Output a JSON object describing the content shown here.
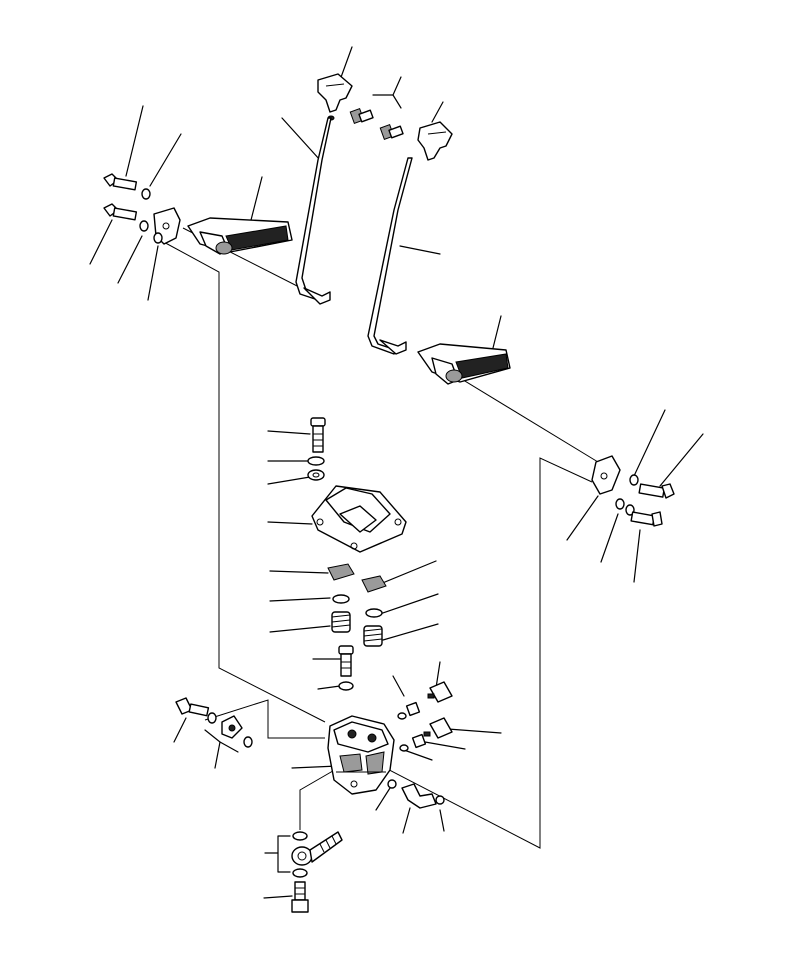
{
  "diagram": {
    "components": [
      {
        "name": "left-pedal-assembly",
        "icon": "pedal-icon"
      },
      {
        "name": "right-pedal-assembly",
        "icon": "pedal-icon"
      },
      {
        "name": "left-lever-rod",
        "icon": "rod-icon"
      },
      {
        "name": "right-lever-rod",
        "icon": "rod-icon"
      },
      {
        "name": "lever-knob-left",
        "icon": "knob-icon"
      },
      {
        "name": "lever-knob-right",
        "icon": "knob-icon"
      },
      {
        "name": "valve-cover",
        "icon": "cover-icon"
      },
      {
        "name": "pilot-valve-body",
        "icon": "valve-icon"
      },
      {
        "name": "banjo-hose-fitting",
        "icon": "hose-fitting-icon"
      },
      {
        "name": "springs",
        "icon": "spring-icon"
      },
      {
        "name": "bolts",
        "icon": "bolt-icon"
      },
      {
        "name": "washers",
        "icon": "washer-icon"
      }
    ]
  }
}
